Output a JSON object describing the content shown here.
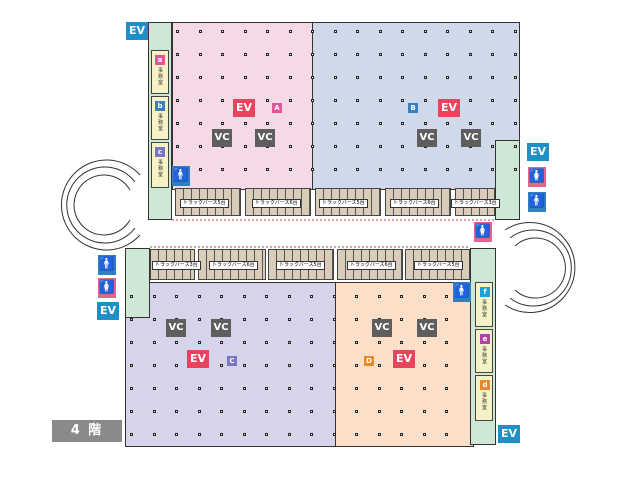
{
  "floor_label": "4 階",
  "zones": {
    "A": "A",
    "B": "B",
    "C": "C",
    "D": "D"
  },
  "zone_colors": {
    "A": "#f5d9e6",
    "B": "#cfd9ea",
    "C": "#d5d4eb",
    "D": "#fbdfc8",
    "office": "#f6f2c5",
    "core": "#cfe8d6"
  },
  "labels": {
    "ev": "EV",
    "vc": "VC"
  },
  "offices": [
    {
      "letter": "a",
      "name": "事務室",
      "color": "#e2559a"
    },
    {
      "letter": "b",
      "name": "事務室",
      "color": "#3a7fc4"
    },
    {
      "letter": "c",
      "name": "事務室",
      "color": "#7a76c0"
    },
    {
      "letter": "f",
      "name": "事務室",
      "color": "#1aa3dd"
    },
    {
      "letter": "e",
      "name": "事務室",
      "color": "#b043a8"
    },
    {
      "letter": "d",
      "name": "事務室",
      "color": "#ea8a2e"
    }
  ],
  "truck_berths_top": [
    "トラックバース5台",
    "トラックバース6台",
    "トラックバース5台",
    "トラックバース6台",
    "トラックバース3台"
  ],
  "truck_berths_bottom": [
    "トラックバース3台",
    "トラックバース6台",
    "トラックバース5台",
    "トラックバース6台",
    "トラックバース5台"
  ],
  "icons": {
    "male": "male-restroom-icon",
    "female": "female-restroom-icon"
  }
}
